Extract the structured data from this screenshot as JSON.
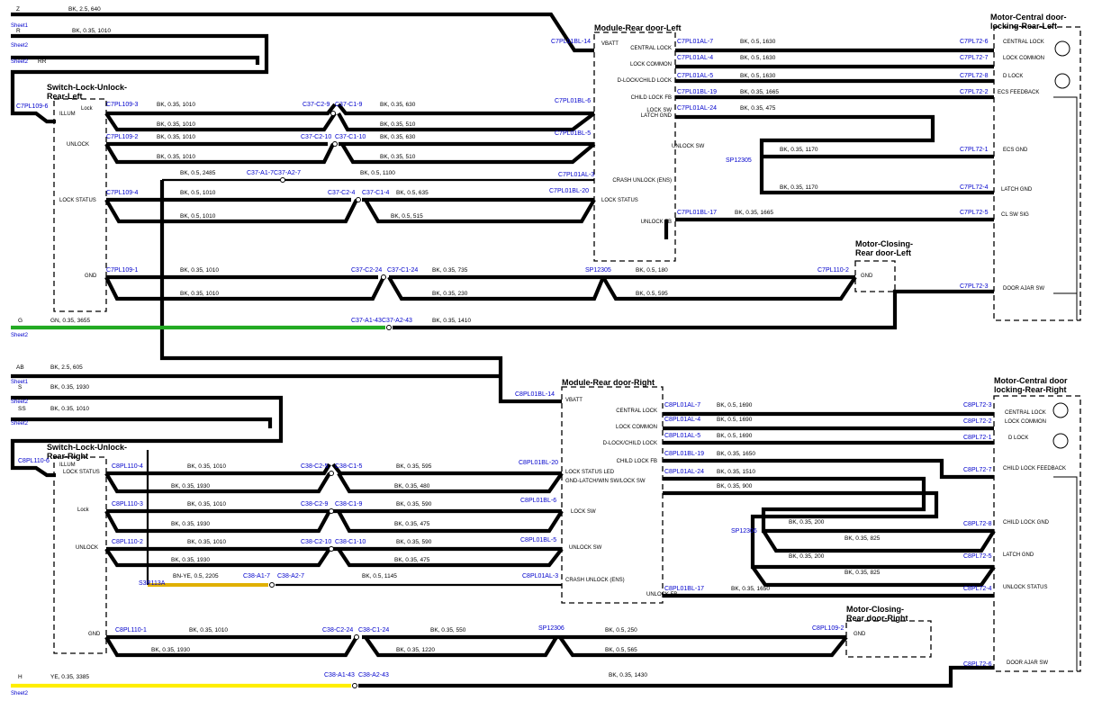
{
  "modules": [
    {
      "title": "Module-Rear door-Left"
    },
    {
      "title": "Motor-Central door-|locking-Rear-Left"
    },
    {
      "title": "Switch-Lock-Unlock-|Rear-Left"
    },
    {
      "title": "Motor-Closing-|Rear door-Left"
    },
    {
      "title": "Module-Rear door-Right"
    },
    {
      "title": "Motor-Central door|locking-Rear-Right"
    },
    {
      "title": "Switch-Lock-Unlock-|Rear-Right"
    },
    {
      "title": "Motor-Closing-|Rear door-Right"
    }
  ],
  "offpage": [
    {
      "name": "Z",
      "sheet": "Sheet1",
      "spec": "BK, 2.5, 640"
    },
    {
      "name": "R",
      "sheet": "Sheet2",
      "spec": "BK, 0.35, 1010"
    },
    {
      "name": "RR",
      "sheet": "Sheet2",
      "spec": ""
    },
    {
      "name": "G",
      "sheet": "Sheet2",
      "spec": "GN, 0.35, 3655"
    },
    {
      "name": "AB",
      "sheet": "Sheet1",
      "spec": "BK, 2.5, 605"
    },
    {
      "name": "S",
      "sheet": "Sheet2",
      "spec": "BK, 0.35, 1930"
    },
    {
      "name": "SS",
      "sheet": "Sheet2",
      "spec": "BK, 0.35, 1010"
    },
    {
      "name": "H",
      "sheet": "Sheet2",
      "spec": "YE, 0.35, 3385"
    }
  ],
  "pins": [
    "VBATT",
    "CENTRAL LOCK",
    "LOCK COMMON",
    "D-LOCK/CHILD LOCK",
    "CHILD LOCK FB",
    "LOCK SW",
    "LATCH GND",
    "UNLOCK SW",
    "CRASH UNLOCK (ENS)",
    "LOCK STATUS",
    "UNLOCK FB",
    "CENTRAL LOCK",
    "LOCK COMMON",
    "D LOCK",
    "ECS FEEDBACK",
    "ECS GND",
    "LATCH GND",
    "CL SW SIG",
    "DOOR AJAR SW",
    "ILLUM",
    "Lock",
    "UNLOCK",
    "LOCK STATUS",
    "GND",
    "GND",
    "VBATT",
    "CENTRAL LOCK",
    "LOCK COMMON",
    "D-LOCK/CHILD LOCK",
    "CHILD LOCK FB",
    "LOCK STATUS LED",
    "GND-LATCH/WIN SW/LOCK SW",
    "LOCK SW",
    "UNLOCK SW",
    "CRASH UNLOCK (ENS)",
    "UNLOCK FB",
    "CENTRAL LOCK",
    "LOCK COMMON",
    "D LOCK",
    "CHILD LOCK FEEDBACK",
    "CHILD LOCK GND",
    "LATCH GND",
    "UNLOCK STATUS",
    "DOOR AJAR SW",
    "ILLUM",
    "LOCK STATUS",
    "Lock",
    "UNLOCK",
    "GND",
    "GND"
  ],
  "connectors": [
    "C7PL01BL-14",
    "C7PL01AL-7",
    "C7PL01AL-4",
    "C7PL01AL-5",
    "C7PL01BL-19",
    "C7PL01AL-24",
    "C7PL01BL-17",
    "C7PL72-6",
    "C7PL72-7",
    "C7PL72-8",
    "C7PL72-2",
    "C7PL72-1",
    "C7PL72-4",
    "C7PL72-5",
    "C7PL72-3",
    "C7PL109-6",
    "C7PL109-3",
    "C7PL109-2",
    "C7PL109-4",
    "C7PL109-1",
    "C37-C2-9",
    "C37-C1-9",
    "C37-C2-10",
    "C37-C1-10",
    "C37-C2-4",
    "C37-C1-4",
    "C37-C2-24",
    "C37-C1-24",
    "C7PL01BL-6",
    "C7PL01BL-5",
    "C7PL01AL-3",
    "C7PL01BL-20",
    "C37-A1-7",
    "C37-A2-7",
    "C37-A1-43",
    "C37-A2-43",
    "SP12305",
    "SP12305",
    "C7PL110-2",
    "C8PL01BL-14",
    "C8PL01AL-7",
    "C8PL01AL-4",
    "C8PL01AL-5",
    "C8PL01BL-19",
    "C8PL01AL-24",
    "C8PL01BL-17",
    "C8PL72-3",
    "C8PL72-2",
    "C8PL72-1",
    "C8PL72-7",
    "C8PL72-8",
    "C8PL72-5",
    "C8PL72-4",
    "C8PL72-6",
    "C8PL110-6",
    "C8PL110-4",
    "C8PL110-3",
    "C8PL110-2",
    "C8PL110-1",
    "C38-C2-5",
    "C38-C1-5",
    "C38-C2-9",
    "C38-C1-9",
    "C38-C2-10",
    "C38-C1-10",
    "C38-C2-24",
    "C38-C1-24",
    "C8PL01BL-20",
    "C8PL01BL-6",
    "C8PL01BL-5",
    "C8PL01AL-3",
    "S3R113A",
    "C38-A1-7",
    "C38-A2-7",
    "C38-A1-43",
    "C38-A2-43",
    "SP12306",
    "SP12306",
    "C8PL109-2"
  ],
  "wire_specs": [
    "BK, 0.35, 1010",
    "BK, 0.35, 630",
    "BK, 0.35, 1010",
    "BK, 0.35, 510",
    "BK, 0.35, 1010",
    "BK, 0.35, 630",
    "BK, 0.35, 1010",
    "BK, 0.35, 510",
    "BK, 0.5, 2485",
    "BK, 0.5, 1100",
    "BK, 0.5, 1010",
    "BK, 0.5, 635",
    "BK, 0.5, 1010",
    "BK, 0.5, 515",
    "BK, 0.35, 1010",
    "BK, 0.35, 735",
    "BK, 0.5, 180",
    "BK, 0.35, 1010",
    "BK, 0.35, 230",
    "BK, 0.5, 595",
    "BK, 0.35, 1410",
    "BK, 0.5, 1630",
    "BK, 0.5, 1630",
    "BK, 0.5, 1630",
    "BK, 0.35, 1665",
    "BK, 0.35, 475",
    "BK, 0.35, 1170",
    "BK, 0.35, 1170",
    "BK, 0.35, 1665",
    "BK, 0.5, 1690",
    "BK, 0.5, 1690",
    "BK, 0.5, 1690",
    "BK, 0.35, 1650",
    "BK, 0.35, 1510",
    "BK, 0.35, 900",
    "BK, 0.35, 200",
    "BK, 0.35, 825",
    "BK, 0.35, 200",
    "BK, 0.35, 825",
    "BK, 0.35, 1650",
    "BK, 0.35, 1010",
    "BK, 0.35, 595",
    "BK, 0.35, 1930",
    "BK, 0.35, 480",
    "BK, 0.35, 1010",
    "BK, 0.35, 590",
    "BK, 0.35, 1930",
    "BK, 0.35, 475",
    "BK, 0.35, 1010",
    "BK, 0.35, 590",
    "BK, 0.35, 1930",
    "BK, 0.35, 475",
    "BN-YE, 0.5, 2205",
    "BK, 0.5, 1145",
    "BK, 0.35, 1010",
    "BK, 0.35, 550",
    "BK, 0.5, 250",
    "BK, 0.35, 1930",
    "BK, 0.35, 1220",
    "BK, 0.5, 565",
    "BK, 0.35, 1430"
  ],
  "colors": {
    "green": "#22aa22",
    "yellow": "#ffee00",
    "brown_yellow": "#e0b000",
    "blue_text": "#0000cc"
  }
}
